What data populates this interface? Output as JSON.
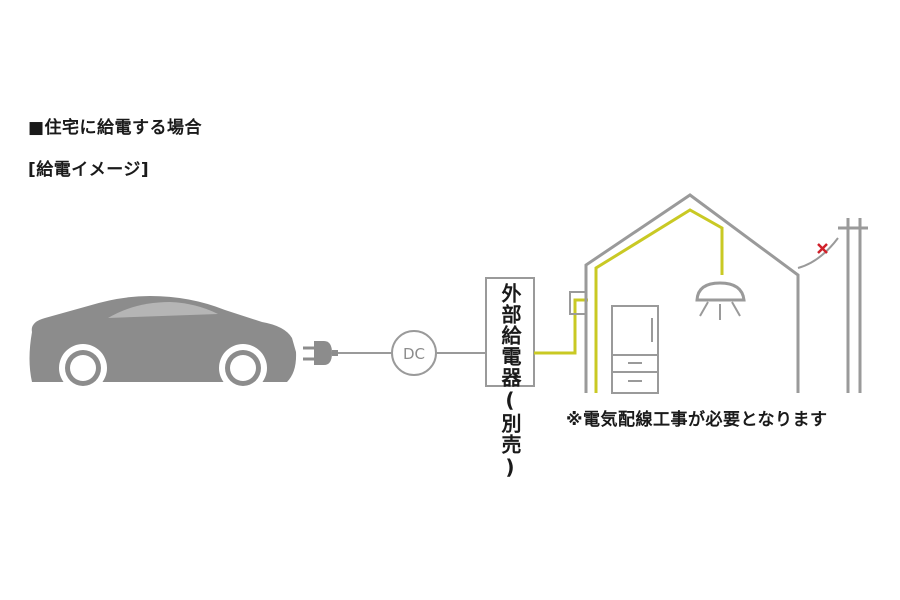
{
  "heading": "■住宅に給電する場合",
  "subheading": "[給電イメージ]",
  "dc_label": "DC",
  "charger_label": "外部給電器(別売)",
  "note": "※電気配線工事が必要となります",
  "colors": {
    "line_gray": "#9a9a9a",
    "car_gray": "#8c8c8c",
    "wiring_yellow": "#c9c924",
    "cut_red": "#d0202a",
    "text": "#1a1a1a"
  },
  "icons": [
    "car-icon",
    "plug-icon",
    "refrigerator-icon",
    "ceiling-lamp-icon",
    "utility-pole-icon",
    "cut-mark-icon"
  ]
}
